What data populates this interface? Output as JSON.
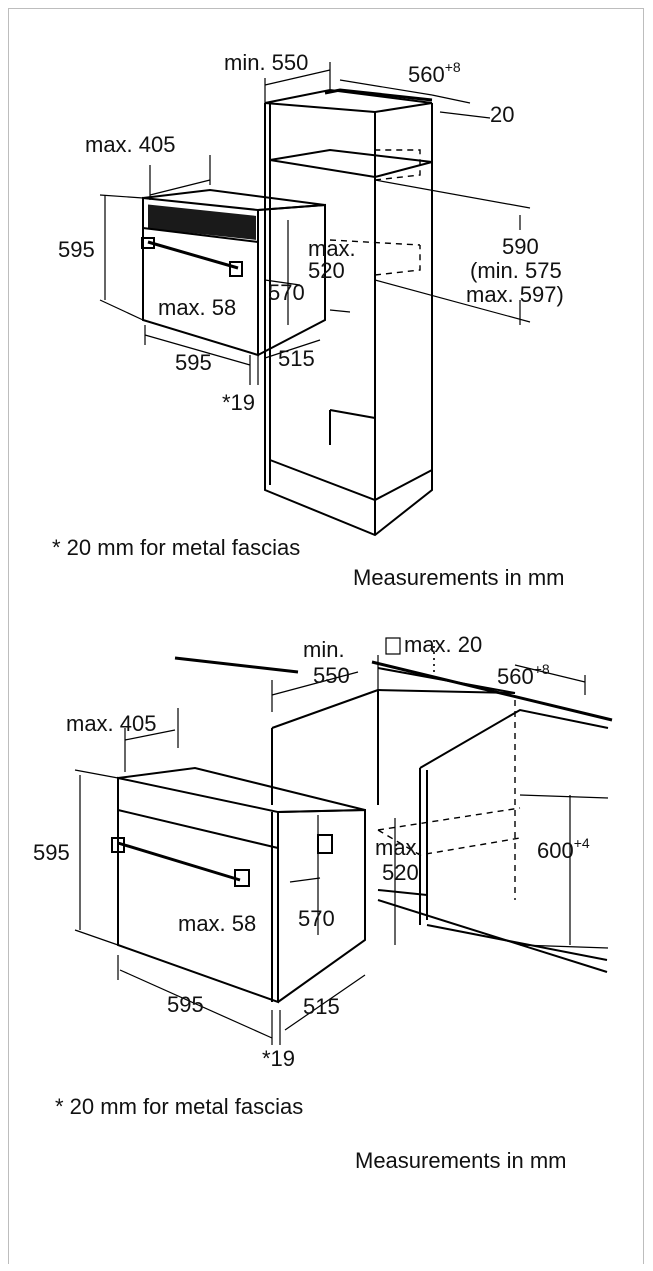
{
  "diagram1": {
    "labels": {
      "min550": "min. 550",
      "w560": "560",
      "w560_sup": "+8",
      "d20": "20",
      "max405": "max. 405",
      "h595": "595",
      "max": "max.",
      "d520": "520",
      "h590": "590",
      "min575": "(min. 575",
      "max597": "max. 597)",
      "h570": "570",
      "max58": "max. 58",
      "w595": "595",
      "d515": "515",
      "star19": "*19"
    },
    "footnote": "* 20 mm for metal fascias",
    "units": "Measurements in mm"
  },
  "diagram2": {
    "labels": {
      "min": "min.",
      "d550": "550",
      "max20": "max. 20",
      "w560": "560",
      "w560_sup": "+8",
      "max405": "max. 405",
      "h595": "595",
      "max": "max.",
      "d520": "520",
      "h600": "600",
      "h600_sup": "+4",
      "max58": "max. 58",
      "h570": "570",
      "w595": "595",
      "d515": "515",
      "star19": "*19"
    },
    "footnote": "* 20 mm for metal fascias",
    "units": "Measurements in mm"
  }
}
